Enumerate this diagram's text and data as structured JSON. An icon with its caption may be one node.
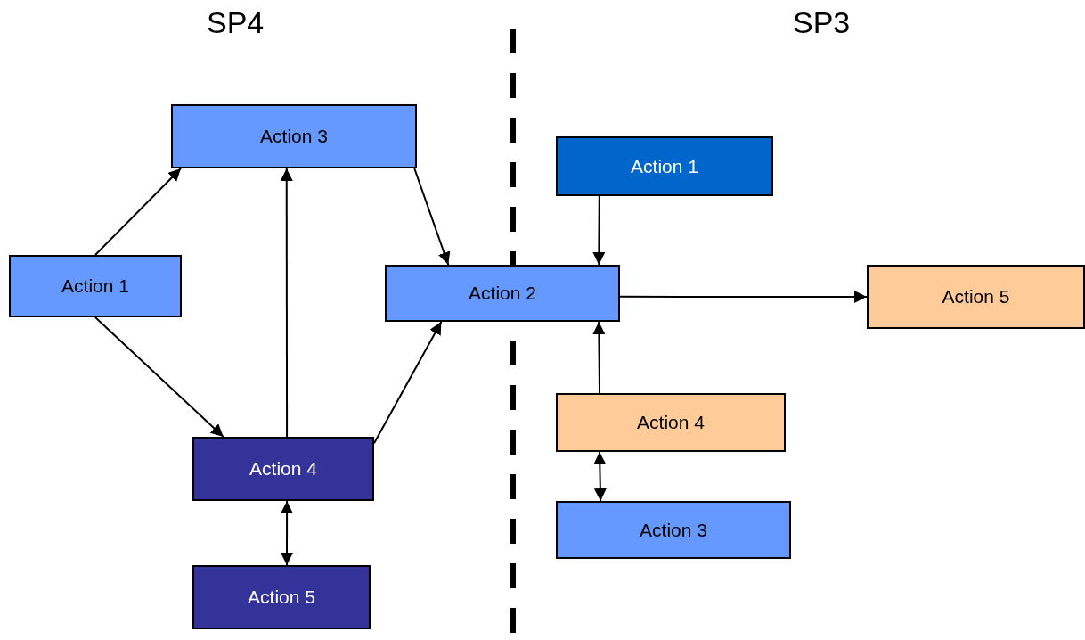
{
  "diagram": {
    "nodes": [
      {
        "text": [
          "Action 3"
        ]
      },
      {
        "text": [
          "Action 1"
        ]
      },
      {
        "text": [
          "Action 2"
        ]
      },
      {
        "text": [
          "Action 4"
        ]
      },
      {
        "text": [
          "Action 5"
        ]
      },
      {
        "text": [
          "Action 1"
        ]
      },
      {
        "text": [
          "Action 5"
        ]
      },
      {
        "text": [
          "Action 4"
        ]
      },
      {
        "text": [
          "Action 3"
        ]
      }
    ],
    "edges": [
      {
        "from": 1,
        "to": 0,
        "arrow": "to"
      },
      {
        "from": 1,
        "to": 3,
        "arrow": "to"
      },
      {
        "from": 3,
        "to": 0,
        "arrow": "to"
      },
      {
        "from": 0,
        "to": 2,
        "arrow": "to"
      },
      {
        "from": 3,
        "to": 2,
        "arrow": "to"
      },
      {
        "from": 3,
        "to": 4,
        "arrow": "both"
      },
      {
        "from": 5,
        "to": 2,
        "arrow": "to"
      },
      {
        "from": 2,
        "to": 6,
        "arrow": "to"
      },
      {
        "from": 7,
        "to": 2,
        "arrow": "to"
      },
      {
        "from": 7,
        "to": 8,
        "arrow": "both"
      }
    ],
    "labels": [
      "SP4",
      "SP3"
    ]
  }
}
